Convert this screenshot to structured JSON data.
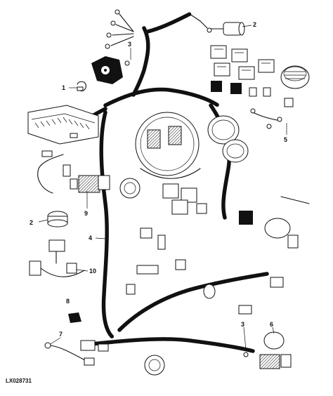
{
  "figure": {
    "reference_code": "LX028731"
  },
  "callouts": [
    {
      "id": "callout-2-top",
      "label": "2"
    },
    {
      "id": "callout-3-top",
      "label": "3"
    },
    {
      "id": "callout-1",
      "label": "1"
    },
    {
      "id": "callout-5",
      "label": "5"
    },
    {
      "id": "callout-9",
      "label": "9"
    },
    {
      "id": "callout-2-left",
      "label": "2"
    },
    {
      "id": "callout-4",
      "label": "4"
    },
    {
      "id": "callout-10",
      "label": "10"
    },
    {
      "id": "callout-8",
      "label": "8"
    },
    {
      "id": "callout-7",
      "label": "7"
    },
    {
      "id": "callout-3-bottom",
      "label": "3"
    },
    {
      "id": "callout-6",
      "label": "6"
    }
  ]
}
